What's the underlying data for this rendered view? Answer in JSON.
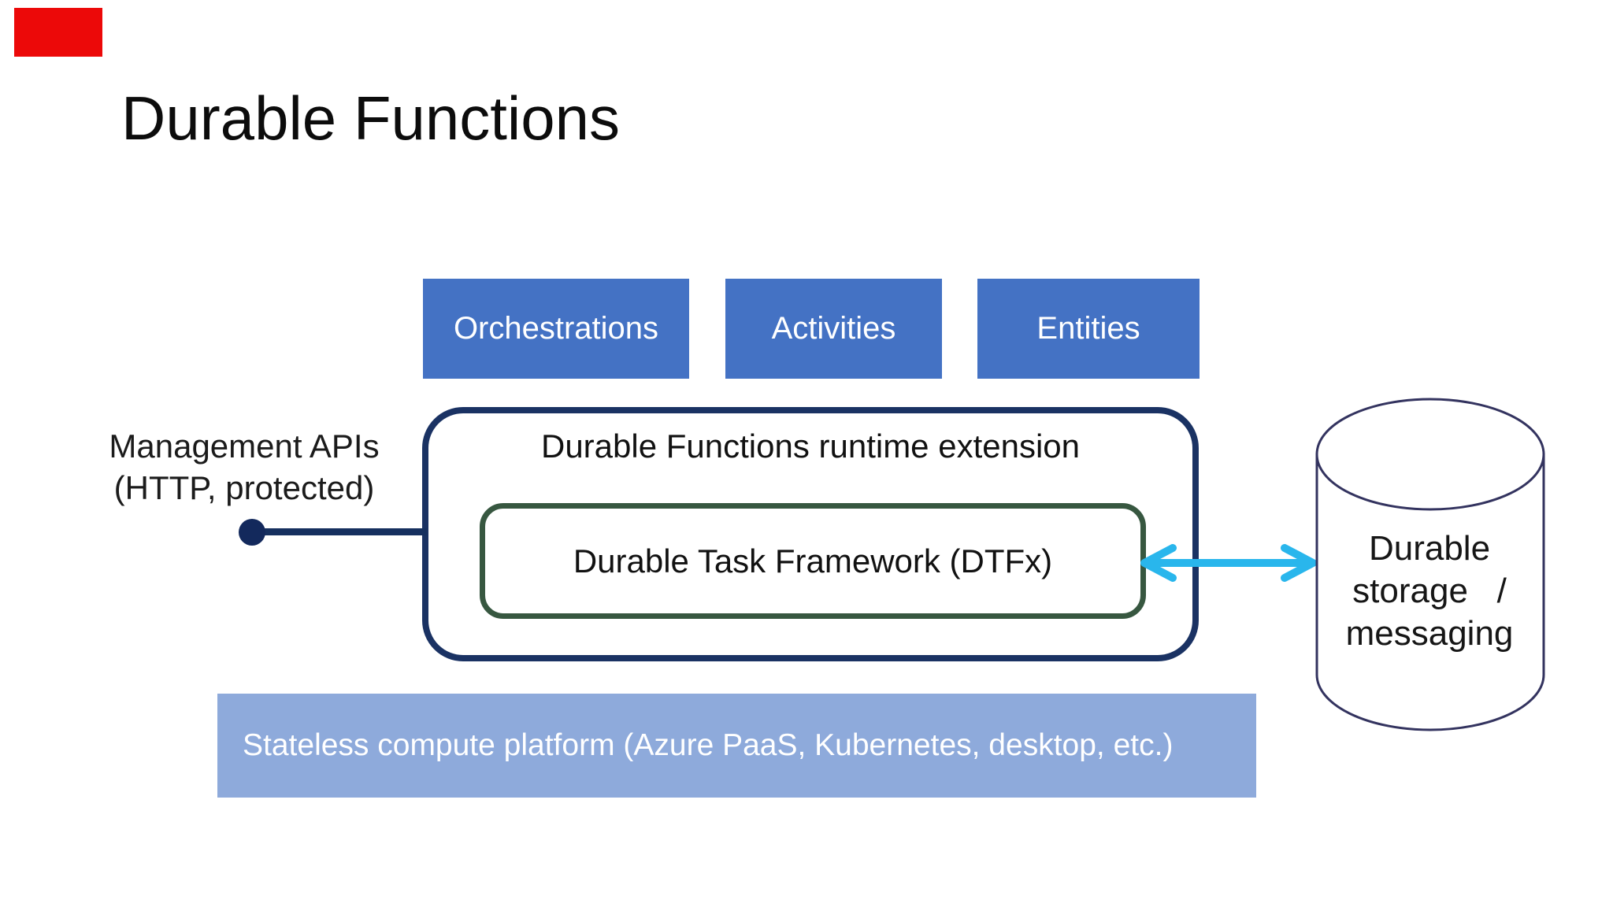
{
  "slide": {
    "title": "Durable Functions",
    "function_boxes": [
      {
        "label": "Orchestrations"
      },
      {
        "label": "Activities"
      },
      {
        "label": "Entities"
      }
    ],
    "runtime": {
      "title": "Durable Functions runtime extension"
    },
    "dtfx": {
      "label": "Durable Task Framework (DTFx)"
    },
    "management_apis": {
      "line1": "Management APIs",
      "line2": "(HTTP, protected)"
    },
    "storage": {
      "line1": "Durable",
      "line2": "storage   /",
      "line3": "messaging"
    },
    "platform": {
      "label": "Stateless compute platform (Azure PaaS, Kubernetes, desktop, etc.)"
    },
    "colors": {
      "function_box_blue": "#4472c4",
      "platform_bar_blue": "#8eaadb",
      "runtime_border_navy": "#1a3263",
      "dtfx_border_green": "#375740",
      "connector_navy": "#13295c",
      "arrow_cyan": "#29b6ec",
      "cylinder_stroke": "#33335f",
      "record_marker_red": "#ec0909",
      "title_text": "#0c0c0c"
    }
  }
}
